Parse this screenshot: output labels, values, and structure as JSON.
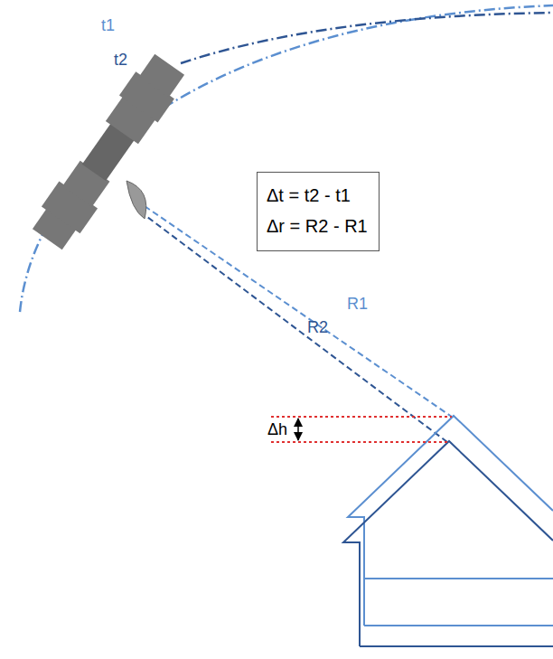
{
  "diagram": {
    "nodes": [
      {
        "text": [
          "Δt = t2 - t1",
          "Δr = R2 - R1"
        ]
      }
    ],
    "labels": [
      "t1",
      "t2",
      "R1",
      "R2",
      "Δh"
    ]
  }
}
